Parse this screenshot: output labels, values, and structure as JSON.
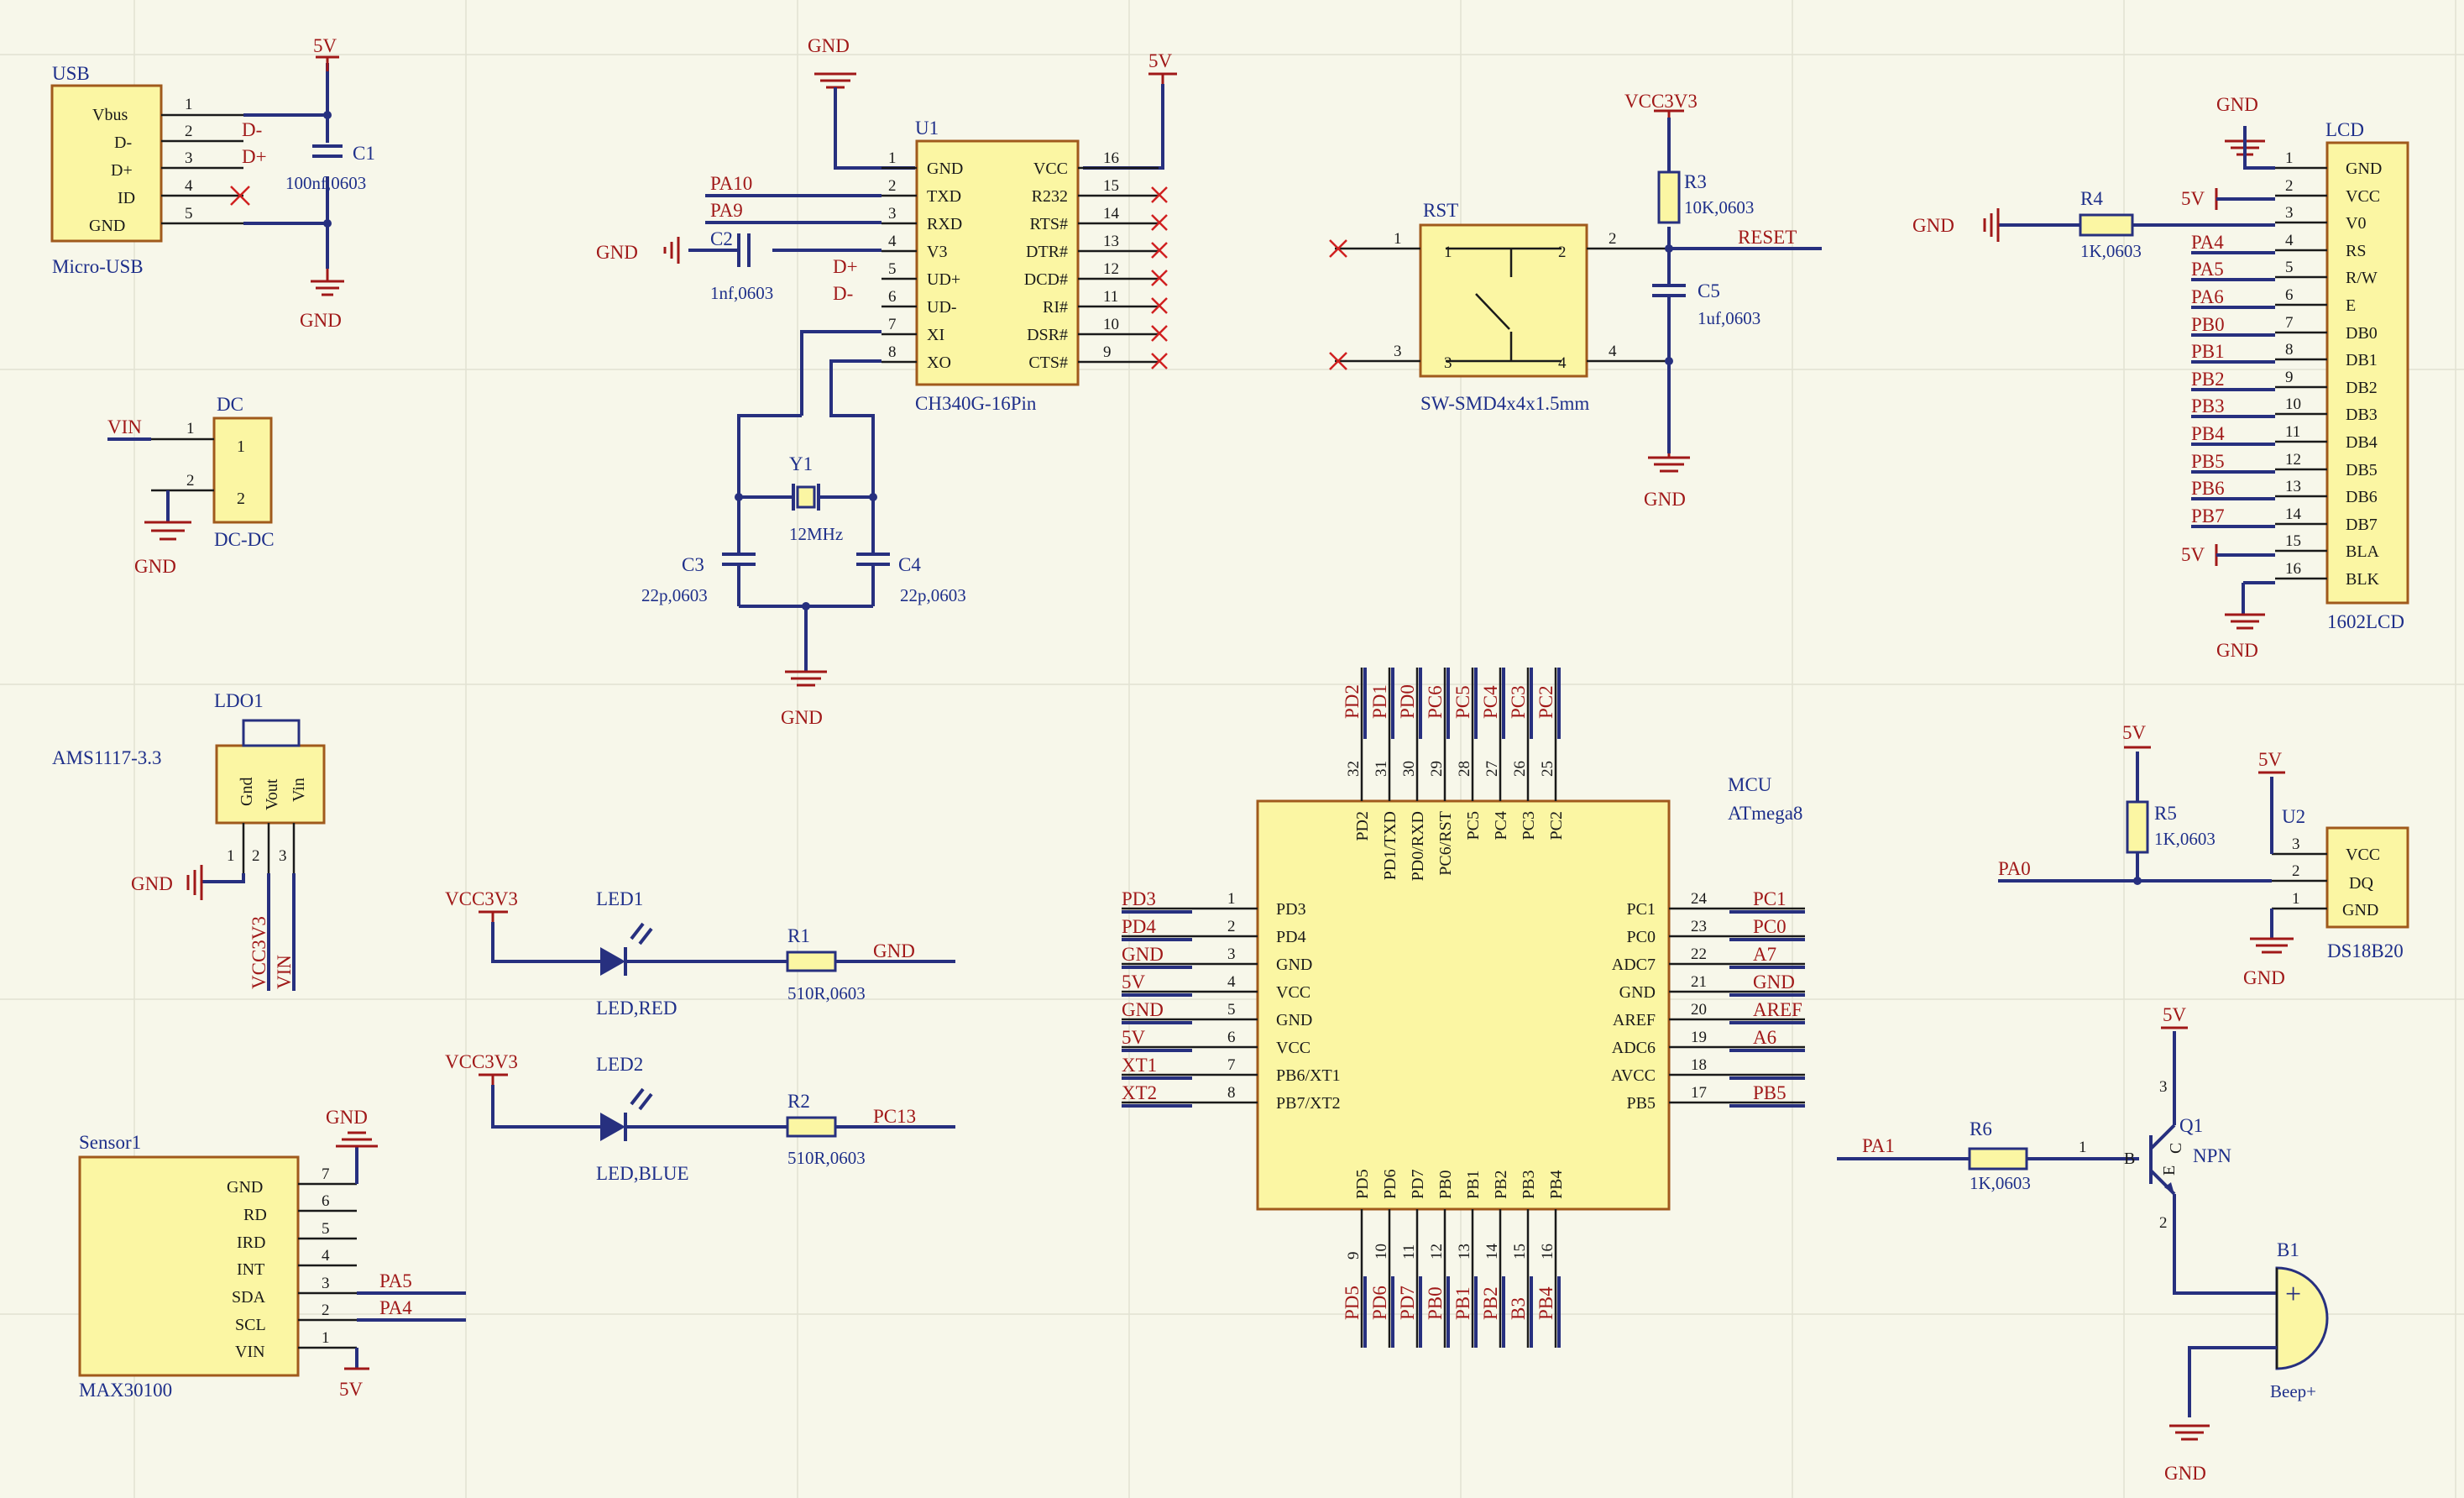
{
  "usb": {
    "designator": "USB",
    "part": "Micro-USB",
    "pins": [
      "Vbus",
      "D-",
      "D+",
      "ID",
      "GND"
    ],
    "nums": [
      "1",
      "2",
      "3",
      "4",
      "5"
    ],
    "nets": [
      "D-",
      "D+"
    ]
  },
  "c1": {
    "name": "C1",
    "value": "100nf,0603"
  },
  "dc": {
    "designator": "DC",
    "part": "DC-DC",
    "nums": [
      "1",
      "2"
    ],
    "net_vin": "VIN"
  },
  "ldo": {
    "designator": "LDO1",
    "part": "AMS1117-3.3",
    "pins": [
      "Gnd",
      "Vout",
      "Vin"
    ],
    "nums": [
      "1",
      "2",
      "3"
    ],
    "nets": [
      "VCC3V3",
      "VIN"
    ]
  },
  "sensor": {
    "designator": "Sensor1",
    "part": "MAX30100",
    "pins": [
      "GND",
      "RD",
      "IRD",
      "INT",
      "SDA",
      "SCL",
      "VIN"
    ],
    "nums": [
      "7",
      "6",
      "5",
      "4",
      "3",
      "2",
      "1"
    ],
    "nets": [
      "PA5",
      "PA4"
    ]
  },
  "u1": {
    "designator": "U1",
    "part": "CH340G-16Pin",
    "left_pins": [
      "GND",
      "TXD",
      "RXD",
      "V3",
      "UD+",
      "UD-",
      "XI",
      "XO"
    ],
    "left_nums": [
      "1",
      "2",
      "3",
      "4",
      "5",
      "6",
      "7",
      "8"
    ],
    "right_pins": [
      "VCC",
      "R232",
      "RTS#",
      "DTR#",
      "DCD#",
      "RI#",
      "DSR#",
      "CTS#"
    ],
    "right_nums": [
      "16",
      "15",
      "14",
      "13",
      "12",
      "11",
      "10",
      "9"
    ],
    "nets": [
      "PA10",
      "PA9",
      "D+",
      "D-"
    ]
  },
  "c2": {
    "name": "C2",
    "value": "1nf,0603"
  },
  "y1": {
    "name": "Y1",
    "value": "12MHz"
  },
  "c3": {
    "name": "C3",
    "value": "22p,0603"
  },
  "c4": {
    "name": "C4",
    "value": "22p,0603"
  },
  "led1": {
    "name": "LED1",
    "value": "LED,RED"
  },
  "led2": {
    "name": "LED2",
    "value": "LED,BLUE"
  },
  "r1": {
    "name": "R1",
    "value": "510R,0603"
  },
  "r2": {
    "name": "R2",
    "value": "510R,0603",
    "net": "PC13"
  },
  "rst": {
    "designator": "RST",
    "part": "SW-SMD4x4x1.5mm",
    "nums": [
      "1",
      "2",
      "3",
      "4"
    ],
    "net": "RESET"
  },
  "r3": {
    "name": "R3",
    "value": "10K,0603"
  },
  "c5": {
    "name": "C5",
    "value": "1uf,0603"
  },
  "mcu": {
    "designator": "MCU",
    "part": "ATmega8",
    "left_pins": [
      "PD3",
      "PD4",
      "GND",
      "VCC",
      "GND",
      "VCC",
      "PB6/XT1",
      "PB7/XT2"
    ],
    "left_nums": [
      "1",
      "2",
      "3",
      "4",
      "5",
      "6",
      "7",
      "8"
    ],
    "left_nets": [
      "PD3",
      "PD4",
      "GND",
      "5V",
      "GND",
      "5V",
      "XT1",
      "XT2"
    ],
    "right_pins": [
      "PC1",
      "PC0",
      "ADC7",
      "GND",
      "AREF",
      "ADC6",
      "AVCC",
      "PB5"
    ],
    "right_nums": [
      "24",
      "23",
      "22",
      "21",
      "20",
      "19",
      "18",
      "17"
    ],
    "right_nets": [
      "PC1",
      "PC0",
      "A7",
      "GND",
      "AREF",
      "A6",
      "",
      "PB5"
    ],
    "top_pins": [
      "PD2",
      "PD1/TXD",
      "PD0/RXD",
      "PC6/RST",
      "PC5",
      "PC4",
      "PC3",
      "PC2"
    ],
    "top_nums": [
      "32",
      "31",
      "30",
      "29",
      "28",
      "27",
      "26",
      "25"
    ],
    "top_nets": [
      "PD2",
      "PD1",
      "PD0",
      "PC6",
      "PC5",
      "PC4",
      "PC3",
      "PC2"
    ],
    "bottom_pins": [
      "PD5",
      "PD6",
      "PD7",
      "PB0",
      "PB1",
      "PB2",
      "PB3",
      "PB4"
    ],
    "bottom_nums": [
      "9",
      "10",
      "11",
      "12",
      "13",
      "14",
      "15",
      "16"
    ],
    "bottom_nets": [
      "PD5",
      "PD6",
      "PD7",
      "PB0",
      "PB1",
      "PB2",
      "B3",
      "PB4"
    ]
  },
  "lcd": {
    "designator": "LCD",
    "part": "1602LCD",
    "pins": [
      "GND",
      "VCC",
      "V0",
      "RS",
      "R/W",
      "E",
      "DB0",
      "DB1",
      "DB2",
      "DB3",
      "DB4",
      "DB5",
      "DB6",
      "DB7",
      "BLA",
      "BLK"
    ],
    "nums": [
      "1",
      "2",
      "3",
      "4",
      "5",
      "6",
      "7",
      "8",
      "9",
      "10",
      "11",
      "12",
      "13",
      "14",
      "15",
      "16"
    ],
    "nets": [
      "PA4",
      "PA5",
      "PA6",
      "PB0",
      "PB1",
      "PB2",
      "PB3",
      "PB4",
      "PB5",
      "PB6",
      "PB7"
    ]
  },
  "r4": {
    "name": "R4",
    "value": "1K,0603"
  },
  "u2": {
    "designator": "U2",
    "part": "DS18B20",
    "pins": [
      "VCC",
      "DQ",
      "GND"
    ],
    "nums": [
      "3",
      "2",
      "1"
    ],
    "net": "PA0"
  },
  "r5": {
    "name": "R5",
    "value": "1K,0603"
  },
  "q1": {
    "name": "Q1",
    "type": "NPN",
    "pins": [
      "B",
      "E",
      "C"
    ],
    "nums": [
      "1",
      "3",
      "2"
    ]
  },
  "r6": {
    "name": "R6",
    "value": "1K,0603",
    "net": "PA1"
  },
  "b1": {
    "name": "B1",
    "value": "Beep+"
  },
  "power": {
    "gnd": "GND",
    "v5": "5V",
    "v33": "VCC3V3"
  }
}
